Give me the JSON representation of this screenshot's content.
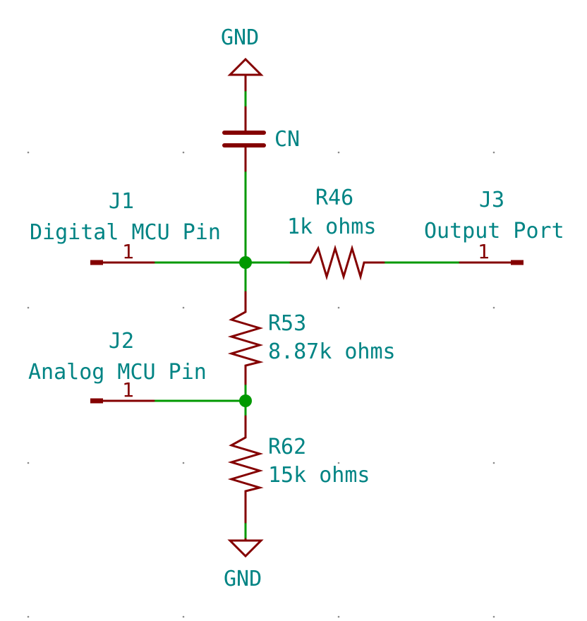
{
  "colors": {
    "wire": "#009900",
    "symbol": "#840000",
    "label": "#008484",
    "grid": "#8a8a8a"
  },
  "components": {
    "gnd_top": {
      "label": "GND"
    },
    "gnd_bottom": {
      "label": "GND"
    },
    "cn": {
      "ref": "CN"
    },
    "r46": {
      "ref": "R46",
      "value": "1k ohms"
    },
    "r53": {
      "ref": "R53",
      "value": "8.87k ohms"
    },
    "r62": {
      "ref": "R62",
      "value": "15k ohms"
    },
    "j1": {
      "ref": "J1",
      "name": "Digital MCU Pin",
      "pin": "1"
    },
    "j2": {
      "ref": "J2",
      "name": "Analog MCU Pin",
      "pin": "1"
    },
    "j3": {
      "ref": "J3",
      "name": "Output Port",
      "pin": "1"
    }
  }
}
